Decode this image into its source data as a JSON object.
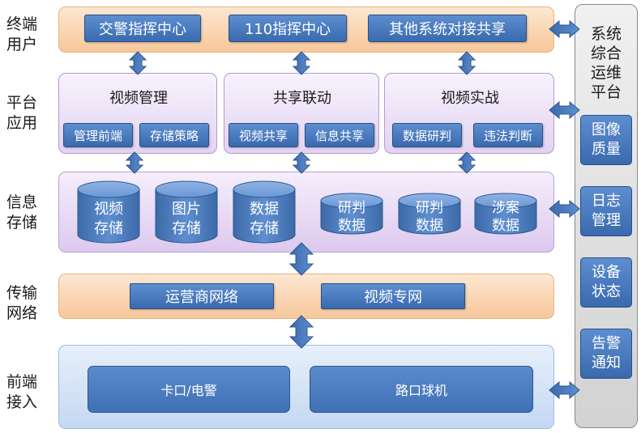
{
  "layers": {
    "terminal": {
      "label": "终端用户",
      "items": [
        "交警指挥中心",
        "110指挥中心",
        "其他系统对接共享"
      ]
    },
    "platform": {
      "label": "平台应用",
      "panels": [
        {
          "title": "视频管理",
          "items": [
            "管理前端",
            "存储策略"
          ]
        },
        {
          "title": "共享联动",
          "items": [
            "视频共享",
            "信息共享"
          ]
        },
        {
          "title": "视频实战",
          "items": [
            "数据研判",
            "违法判断"
          ]
        }
      ]
    },
    "storage": {
      "label": "信息存储",
      "big": [
        "视频存储",
        "图片存储",
        "数据存储"
      ],
      "small": [
        "研判数据",
        "研判数据",
        "涉案数据"
      ]
    },
    "network": {
      "label": "传输网络",
      "items": [
        "运营商网络",
        "视频专网"
      ]
    },
    "frontend": {
      "label": "前端接入",
      "items": [
        "卡口/电警",
        "路口球机"
      ]
    }
  },
  "ops_platform": {
    "title": "系统综合运维平台",
    "items": [
      "图像质量",
      "日志管理",
      "设备状态",
      "告警通知"
    ]
  },
  "colors": {
    "button_blue": "#4a7cc1",
    "arrow_blue": "#4a7cc1",
    "orange_layer": "#f9cfa6",
    "purple_layer": "#e6d8f3",
    "blue_layer": "#cddff4",
    "ops_gray": "#dcdcdc"
  }
}
